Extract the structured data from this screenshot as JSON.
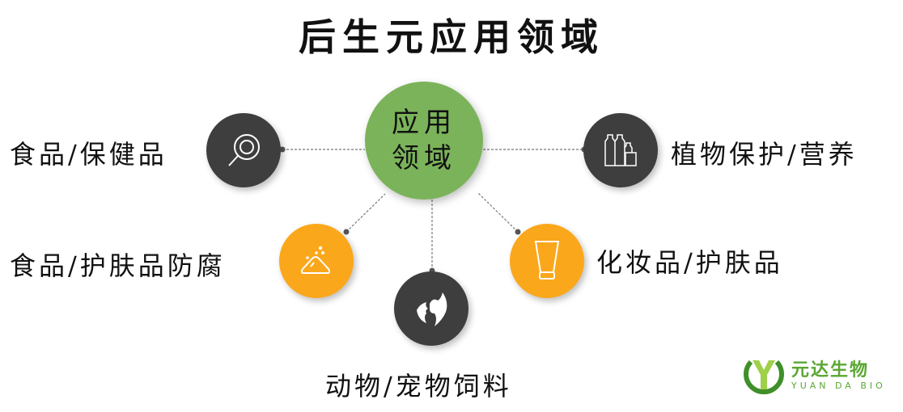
{
  "title": "后生元应用领域",
  "center": {
    "line1": "应用",
    "line2": "领域",
    "color": "#7bb35a"
  },
  "nodes": [
    {
      "id": "food-health",
      "label": "食品/保健品",
      "icon": "frying-pan-icon",
      "color": "#3f3e3e"
    },
    {
      "id": "plant",
      "label": "植物保护/营养",
      "icon": "bottles-icon",
      "color": "#3f3e3e"
    },
    {
      "id": "preservative",
      "label": "食品/护肤品防腐",
      "icon": "powder-icon",
      "color": "#fba71b"
    },
    {
      "id": "cosmetics",
      "label": "化妆品/护肤品",
      "icon": "tube-icon",
      "color": "#fba71b"
    },
    {
      "id": "animal",
      "label": "动物/宠物饲料",
      "icon": "animals-icon",
      "color": "#3f3e3e"
    }
  ],
  "logo": {
    "cn": "元达生物",
    "en": "YUAN DA BIO",
    "color": "#5aa733"
  }
}
